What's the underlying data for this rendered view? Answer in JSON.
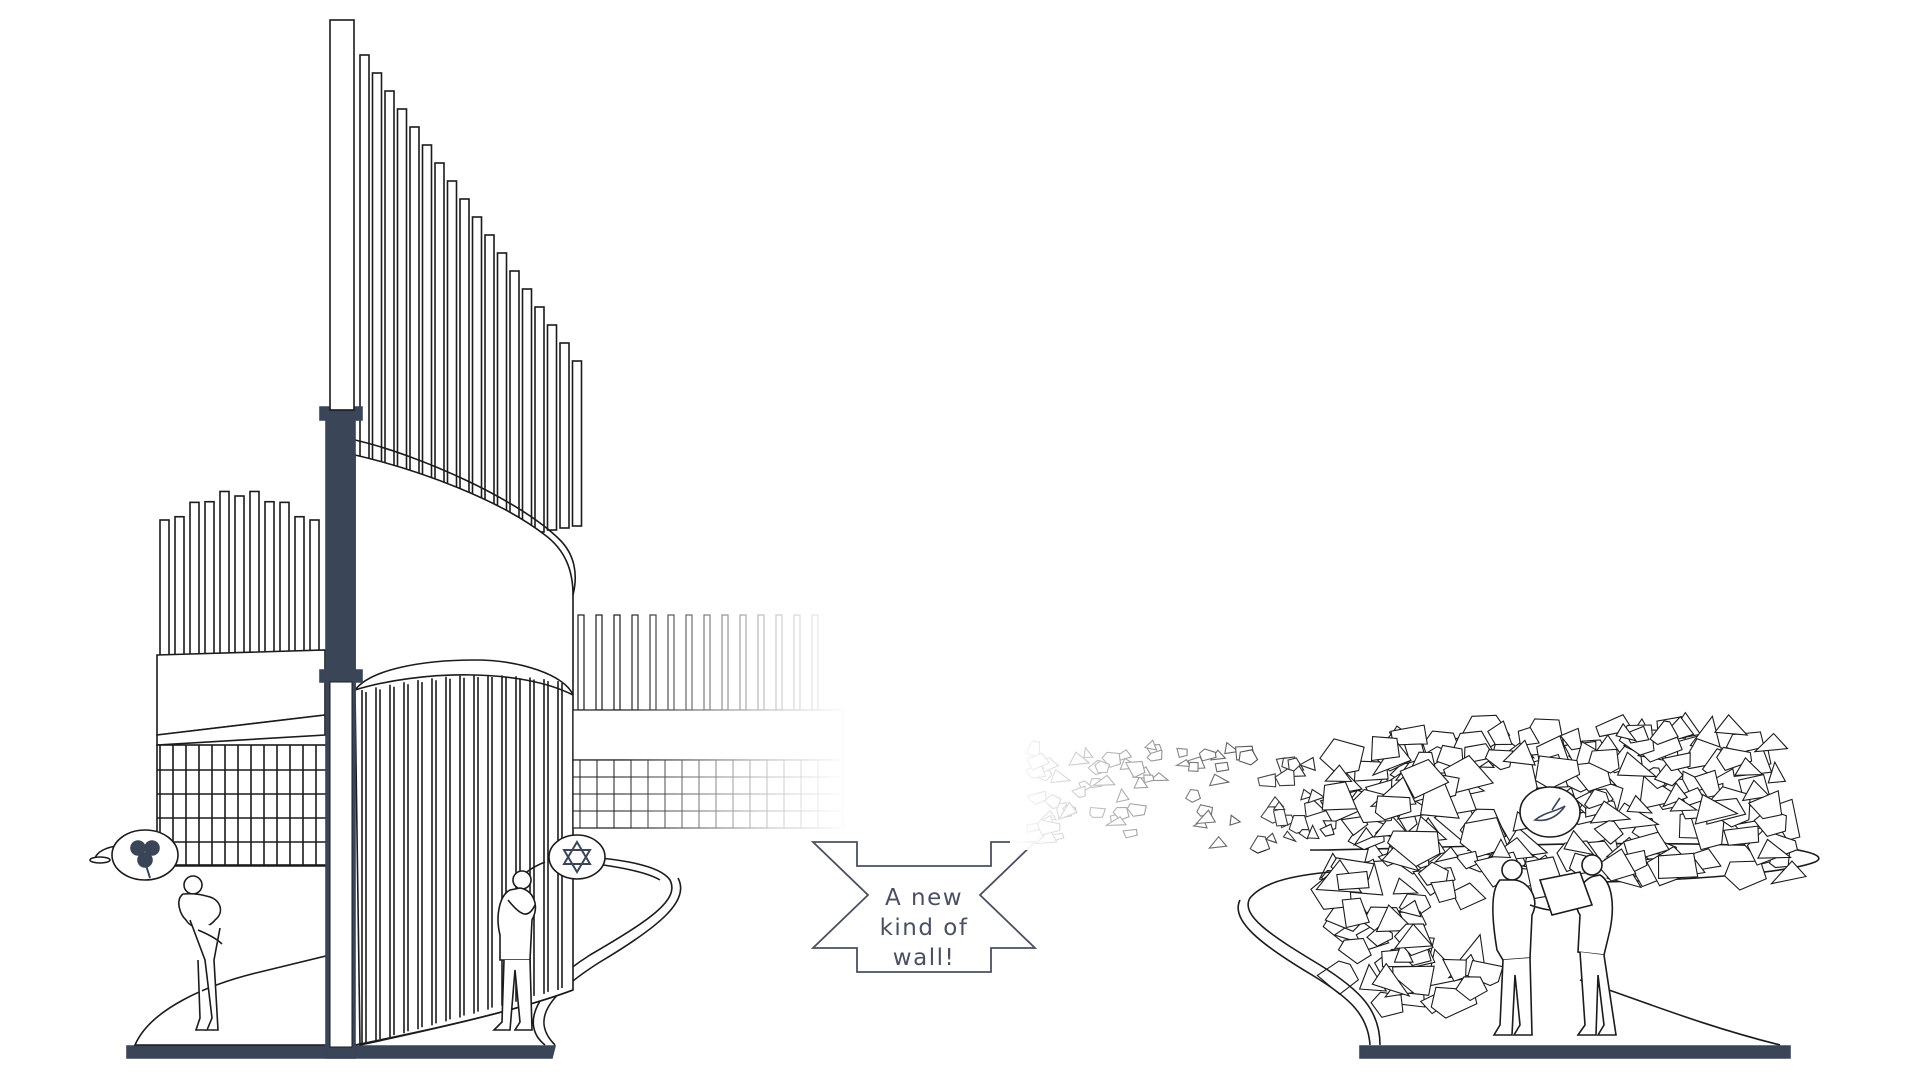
{
  "caption": {
    "line1": "A new",
    "line2": "kind of",
    "line3": "wall!"
  },
  "colors": {
    "ink": "#2f3646",
    "navy": "#3b4558",
    "line": "#1b1b1b",
    "paper": "#ffffff"
  },
  "icons": {
    "left_medallion": "shamrock-icon",
    "center_medallion": "star-of-david-icon",
    "right_medallion": "dove-icon"
  }
}
